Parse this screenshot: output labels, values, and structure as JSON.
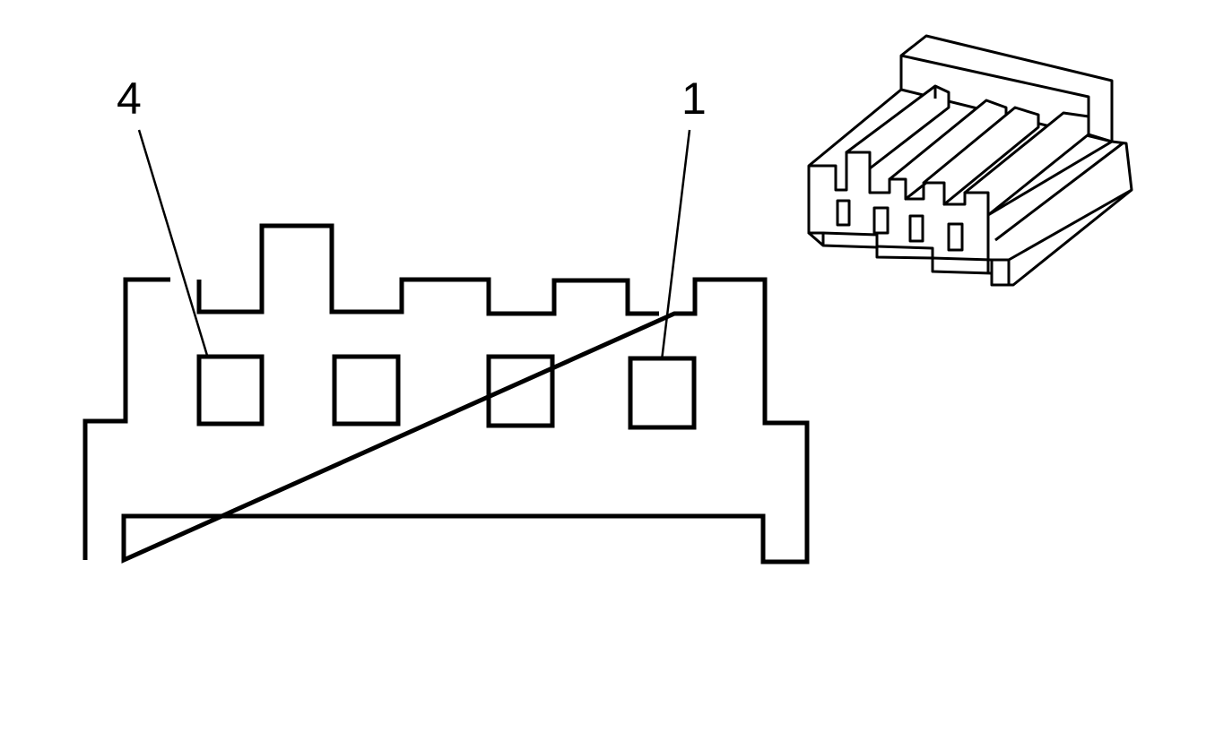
{
  "diagram": {
    "labels": {
      "left_pin": "4",
      "right_pin": "1"
    },
    "cavity_count": 4,
    "colors": {
      "line": "#000000",
      "background": "#ffffff"
    }
  }
}
